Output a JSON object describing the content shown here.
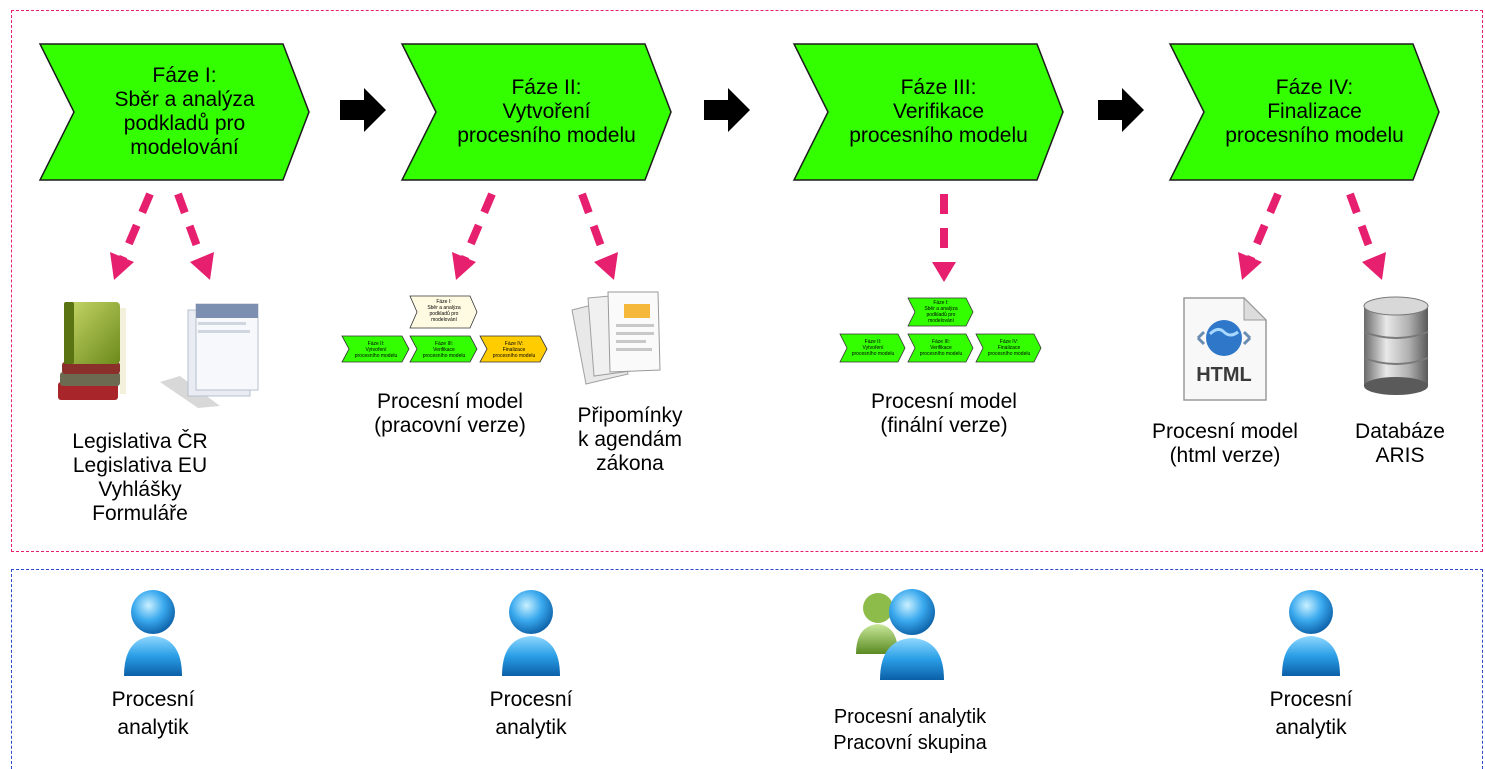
{
  "colors": {
    "phase_fill": "#33ff00",
    "phase_fill_alt": "#ffcc00",
    "phase_cream": "#fffbe2",
    "dash_pink": "#e6206e",
    "dash_blue": "#2e49c9",
    "arrow_black": "#000000"
  },
  "phases": [
    {
      "lines": [
        "Fáze I:",
        "Sběr a analýza",
        "podkladů pro",
        "modelování"
      ]
    },
    {
      "lines": [
        "Fáze II:",
        "Vytvoření",
        "procesního modelu"
      ]
    },
    {
      "lines": [
        "Fáze III:",
        "Verifikace",
        "procesního modelu"
      ]
    },
    {
      "lines": [
        "Fáze IV:",
        "Finalizace",
        "procesního modelu"
      ]
    }
  ],
  "outputs": {
    "legislation": [
      "Legislativa ČR",
      "Legislativa EU",
      "Vyhlášky",
      "Formuláře"
    ],
    "model_working": [
      "Procesní model",
      "(pracovní verze)"
    ],
    "comments": [
      "Připomínky",
      "k agendám",
      "zákona"
    ],
    "model_final": [
      "Procesní model",
      "(finální verze)"
    ],
    "model_html": [
      "Procesní model",
      "(html verze)"
    ],
    "database": [
      "Databáze",
      "ARIS"
    ],
    "html_icon_text": "HTML"
  },
  "mini_model": {
    "phase1": [
      "Fáze I:",
      "Sběr a analýza",
      "podkladů pro",
      "modelování"
    ],
    "phase2": [
      "Fáze II:",
      "Vytvoření",
      "procesního modelu"
    ],
    "phase3": [
      "Fáze III:",
      "Verifikace",
      "procesního modelu"
    ],
    "phase4": [
      "Fáze IV:",
      "Finalizace",
      "procesního modelu"
    ]
  },
  "roles": [
    {
      "lines": [
        "Procesní",
        "analytik"
      ],
      "icon": "user-icon"
    },
    {
      "lines": [
        "Procesní",
        "analytik"
      ],
      "icon": "user-icon"
    },
    {
      "lines": [
        "Procesní analytik",
        "Pracovní skupina"
      ],
      "icon": "user-group-icon"
    },
    {
      "lines": [
        "Procesní",
        "analytik"
      ],
      "icon": "user-icon"
    }
  ]
}
